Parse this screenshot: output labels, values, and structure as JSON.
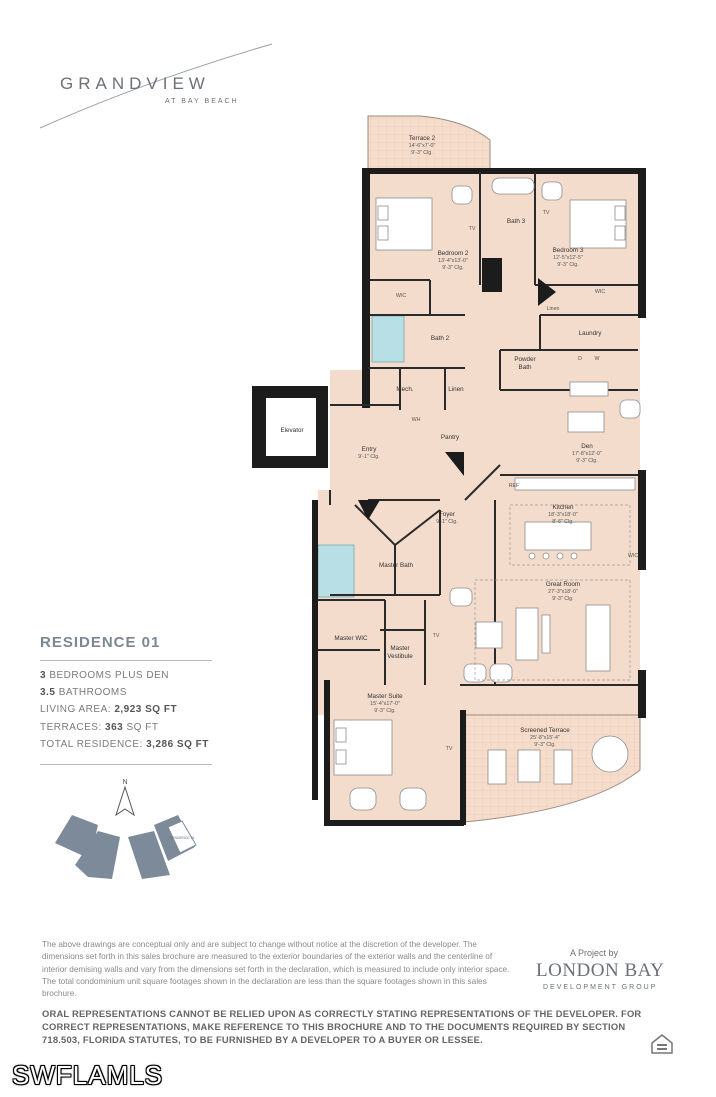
{
  "logo": {
    "name": "GRANDVIEW",
    "tagline": "AT BAY BEACH"
  },
  "residence": {
    "title": "RESIDENCE 01",
    "bedrooms_count": "3",
    "bedrooms_text": "BEDROOMS PLUS DEN",
    "baths_count": "3.5",
    "baths_text": "BATHROOMS",
    "living_label": "LIVING AREA:",
    "living_value": "2,923 SQ FT",
    "terraces_label": "TERRACES:",
    "terraces_value": "363",
    "terraces_unit": "SQ FT",
    "total_label": "TOTAL RESIDENCE:",
    "total_value": "3,286 SQ FT"
  },
  "keyplan": {
    "north": "N",
    "unit_label": "RESIDENCE 01"
  },
  "rooms": {
    "terrace2": {
      "name": "Terrace 2",
      "dim": "14'-6\"x7'-0\"",
      "clg": "9'-3\" Clg."
    },
    "bedroom2": {
      "name": "Bedroom 2",
      "dim": "13'-4\"x13'-0\"",
      "clg": "9'-3\" Clg."
    },
    "bath3": {
      "name": "Bath 3"
    },
    "bedroom3": {
      "name": "Bedroom 3",
      "dim": "12'-5\"x12'-5\"",
      "clg": "9'-3\" Clg."
    },
    "wic_b2": {
      "name": "WIC"
    },
    "wic_b3": {
      "name": "WIC"
    },
    "linen_top": {
      "name": "Linen"
    },
    "bath2": {
      "name": "Bath 2"
    },
    "laundry": {
      "name": "Laundry"
    },
    "powder": {
      "name": "Powder",
      "name2": "Bath"
    },
    "mech": {
      "name": "Mech."
    },
    "linen_mid": {
      "name": "Linen"
    },
    "elevator": {
      "name": "Elevator"
    },
    "entry": {
      "name": "Entry",
      "clg": "9'-1\" Clg."
    },
    "pantry": {
      "name": "Pantry"
    },
    "den": {
      "name": "Den",
      "dim": "17'-8\"x12'-0\"",
      "clg": "9'-3\" Clg."
    },
    "foyer": {
      "name": "Foyer",
      "clg": "9'-1\" Clg."
    },
    "kitchen": {
      "name": "Kitchen",
      "dim": "18'-3\"x18'-0\"",
      "clg": "8'-6\" Clg."
    },
    "master_bath": {
      "name": "Master Bath"
    },
    "great_room": {
      "name": "Great Room",
      "dim": "27'-3\"x18'-0\"",
      "clg": "9'-3\" Clg."
    },
    "master_wic": {
      "name": "Master WIC"
    },
    "master_vestibule": {
      "name": "Master",
      "name2": "Vestibule"
    },
    "master_suite": {
      "name": "Master Suite",
      "dim": "15'-4\"x17'-0\"",
      "clg": "9'-3\" Clg."
    },
    "screened_terrace": {
      "name": "Screened Terrace",
      "dim": "25'-8\"x15'-4\"",
      "clg": "9'-3\" Clg."
    }
  },
  "fixtures": {
    "tv": "TV",
    "ref": "REF",
    "wic_small": "WIC",
    "wh": "WH",
    "w": "W",
    "d": "D"
  },
  "disclaimer": "The above drawings are conceptual only and are subject to change without notice at the discretion of the developer. The dimensions set forth in this sales brochure are measured to the exterior boundaries of the exterior walls and the centerline of interior demising walls and vary from the dimensions set forth in the declaration, which is measured to include only interior space. The total condominium unit square footages shown in the declaration are less than the square footages shown in this sales brochure.",
  "oral_notice": "ORAL REPRESENTATIONS CANNOT BE RELIED UPON AS CORRECTLY STATING REPRESENTATIONS OF THE DEVELOPER. FOR CORRECT REPRESENTATIONS, MAKE REFERENCE TO THIS BROCHURE AND TO THE DOCUMENTS REQUIRED BY SECTION 718.503, FLORIDA STATUTES, TO BE FURNISHED BY A DEVELOPER TO A BUYER OR LESSEE.",
  "developer": {
    "prefix": "A Project by",
    "name": "LONDON BAY",
    "sub": "DEVELOPMENT GROUP"
  },
  "watermark": "SWFLAMLS",
  "colors": {
    "room_fill": "#f3dccb",
    "wall": "#1c1c1c",
    "accent": "#7c8793",
    "glass": "#b9dfe6"
  }
}
